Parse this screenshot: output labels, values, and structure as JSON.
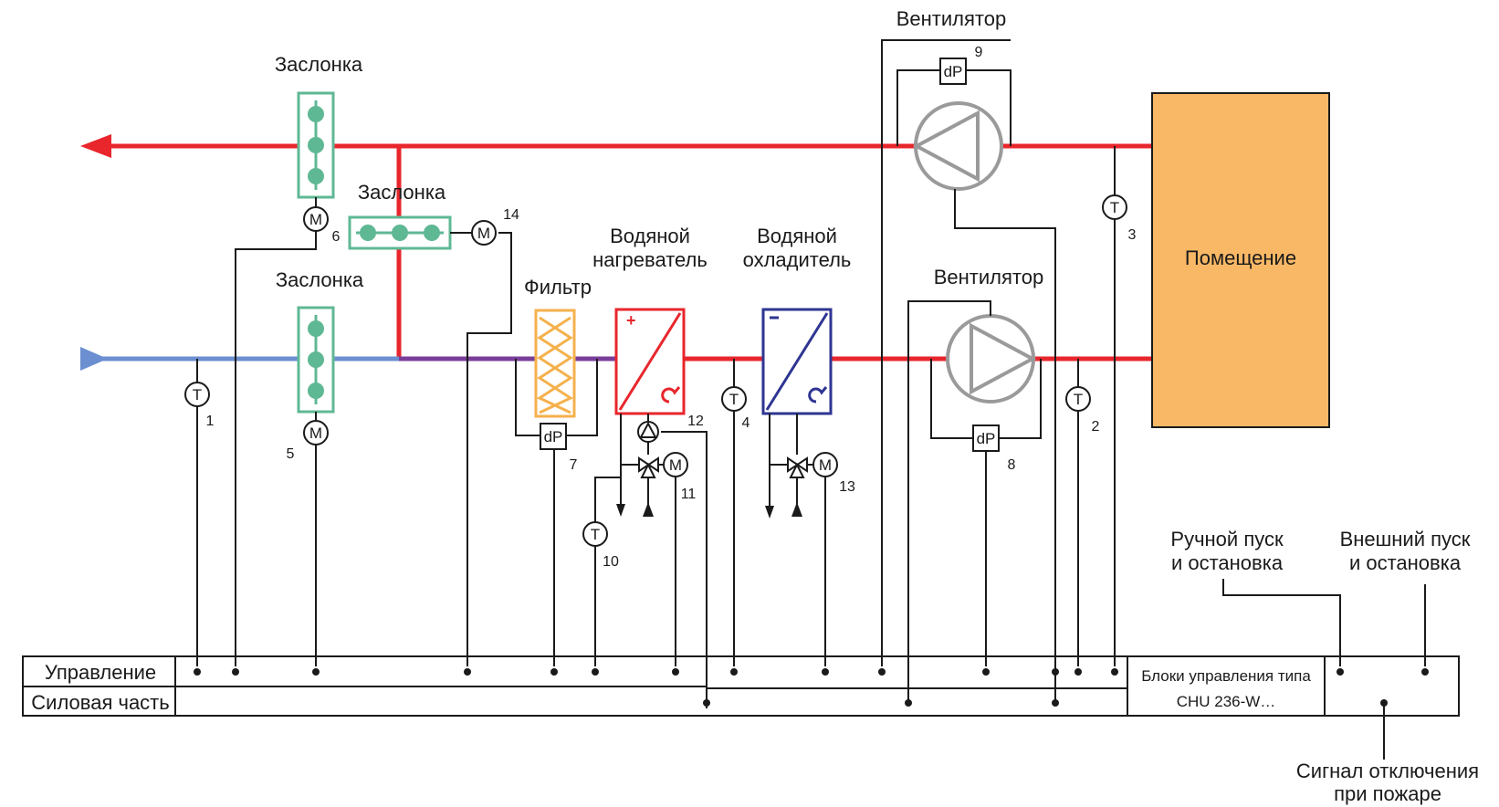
{
  "labels": {
    "damper_top": "Заслонка",
    "damper_mid": "Заслонка",
    "damper_bottom": "Заслонка",
    "filter": "Фильтр",
    "heater_line1": "Водяной",
    "heater_line2": "нагреватель",
    "cooler_line1": "Водяной",
    "cooler_line2": "охладитель",
    "fan_top": "Вентилятор",
    "fan_bottom": "Вентилятор",
    "room": "Помещение",
    "control_row": "Управление",
    "power_row": "Силовая часть",
    "units_line1": "Блоки управления типа",
    "units_line2": "CHU 236-W…",
    "manual_line1": "Ручной пуск",
    "manual_line2": "и остановка",
    "external_line1": "Внешний пуск",
    "external_line2": "и остановка",
    "fire_line1": "Сигнал отключения",
    "fire_line2": "при пожаре"
  },
  "symbols": {
    "temp": "T",
    "motor": "M",
    "dp": "dP",
    "heater_sign": "+",
    "cooler_sign": "−"
  },
  "numbers": {
    "t1": "1",
    "t2": "2",
    "t3": "3",
    "t4": "4",
    "m5": "5",
    "m6": "6",
    "dp7": "7",
    "dp8": "8",
    "dp9": "9",
    "t10": "10",
    "m11": "11",
    "pump12": "12",
    "m13": "13",
    "m14": "14"
  },
  "colors": {
    "exhaust_duct": "#e8262c",
    "intake_duct": "#6b8fd0",
    "mixed_duct": "#7a3d9a",
    "damper": "#5fb894",
    "filter": "#f5b14c",
    "heater": "#e8262c",
    "cooler": "#2e3592",
    "room_fill": "#f9b866",
    "fan": "#9a9a9a"
  }
}
